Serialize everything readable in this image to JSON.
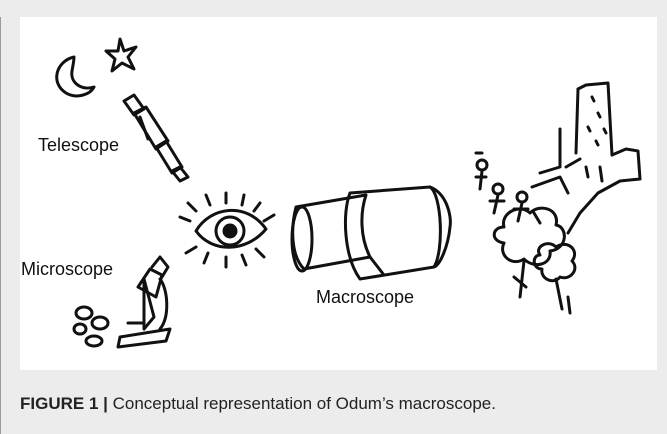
{
  "labels": {
    "telescope": "Telescope",
    "microscope": "Microscope",
    "macroscope": "Macroscope"
  },
  "caption": {
    "figure_number": "FIGURE 1 |",
    "text": " Conceptual representation of Odum’s macroscope."
  },
  "colors": {
    "frame": "#ececec",
    "panel": "#ffffff",
    "ink": "#111111"
  }
}
